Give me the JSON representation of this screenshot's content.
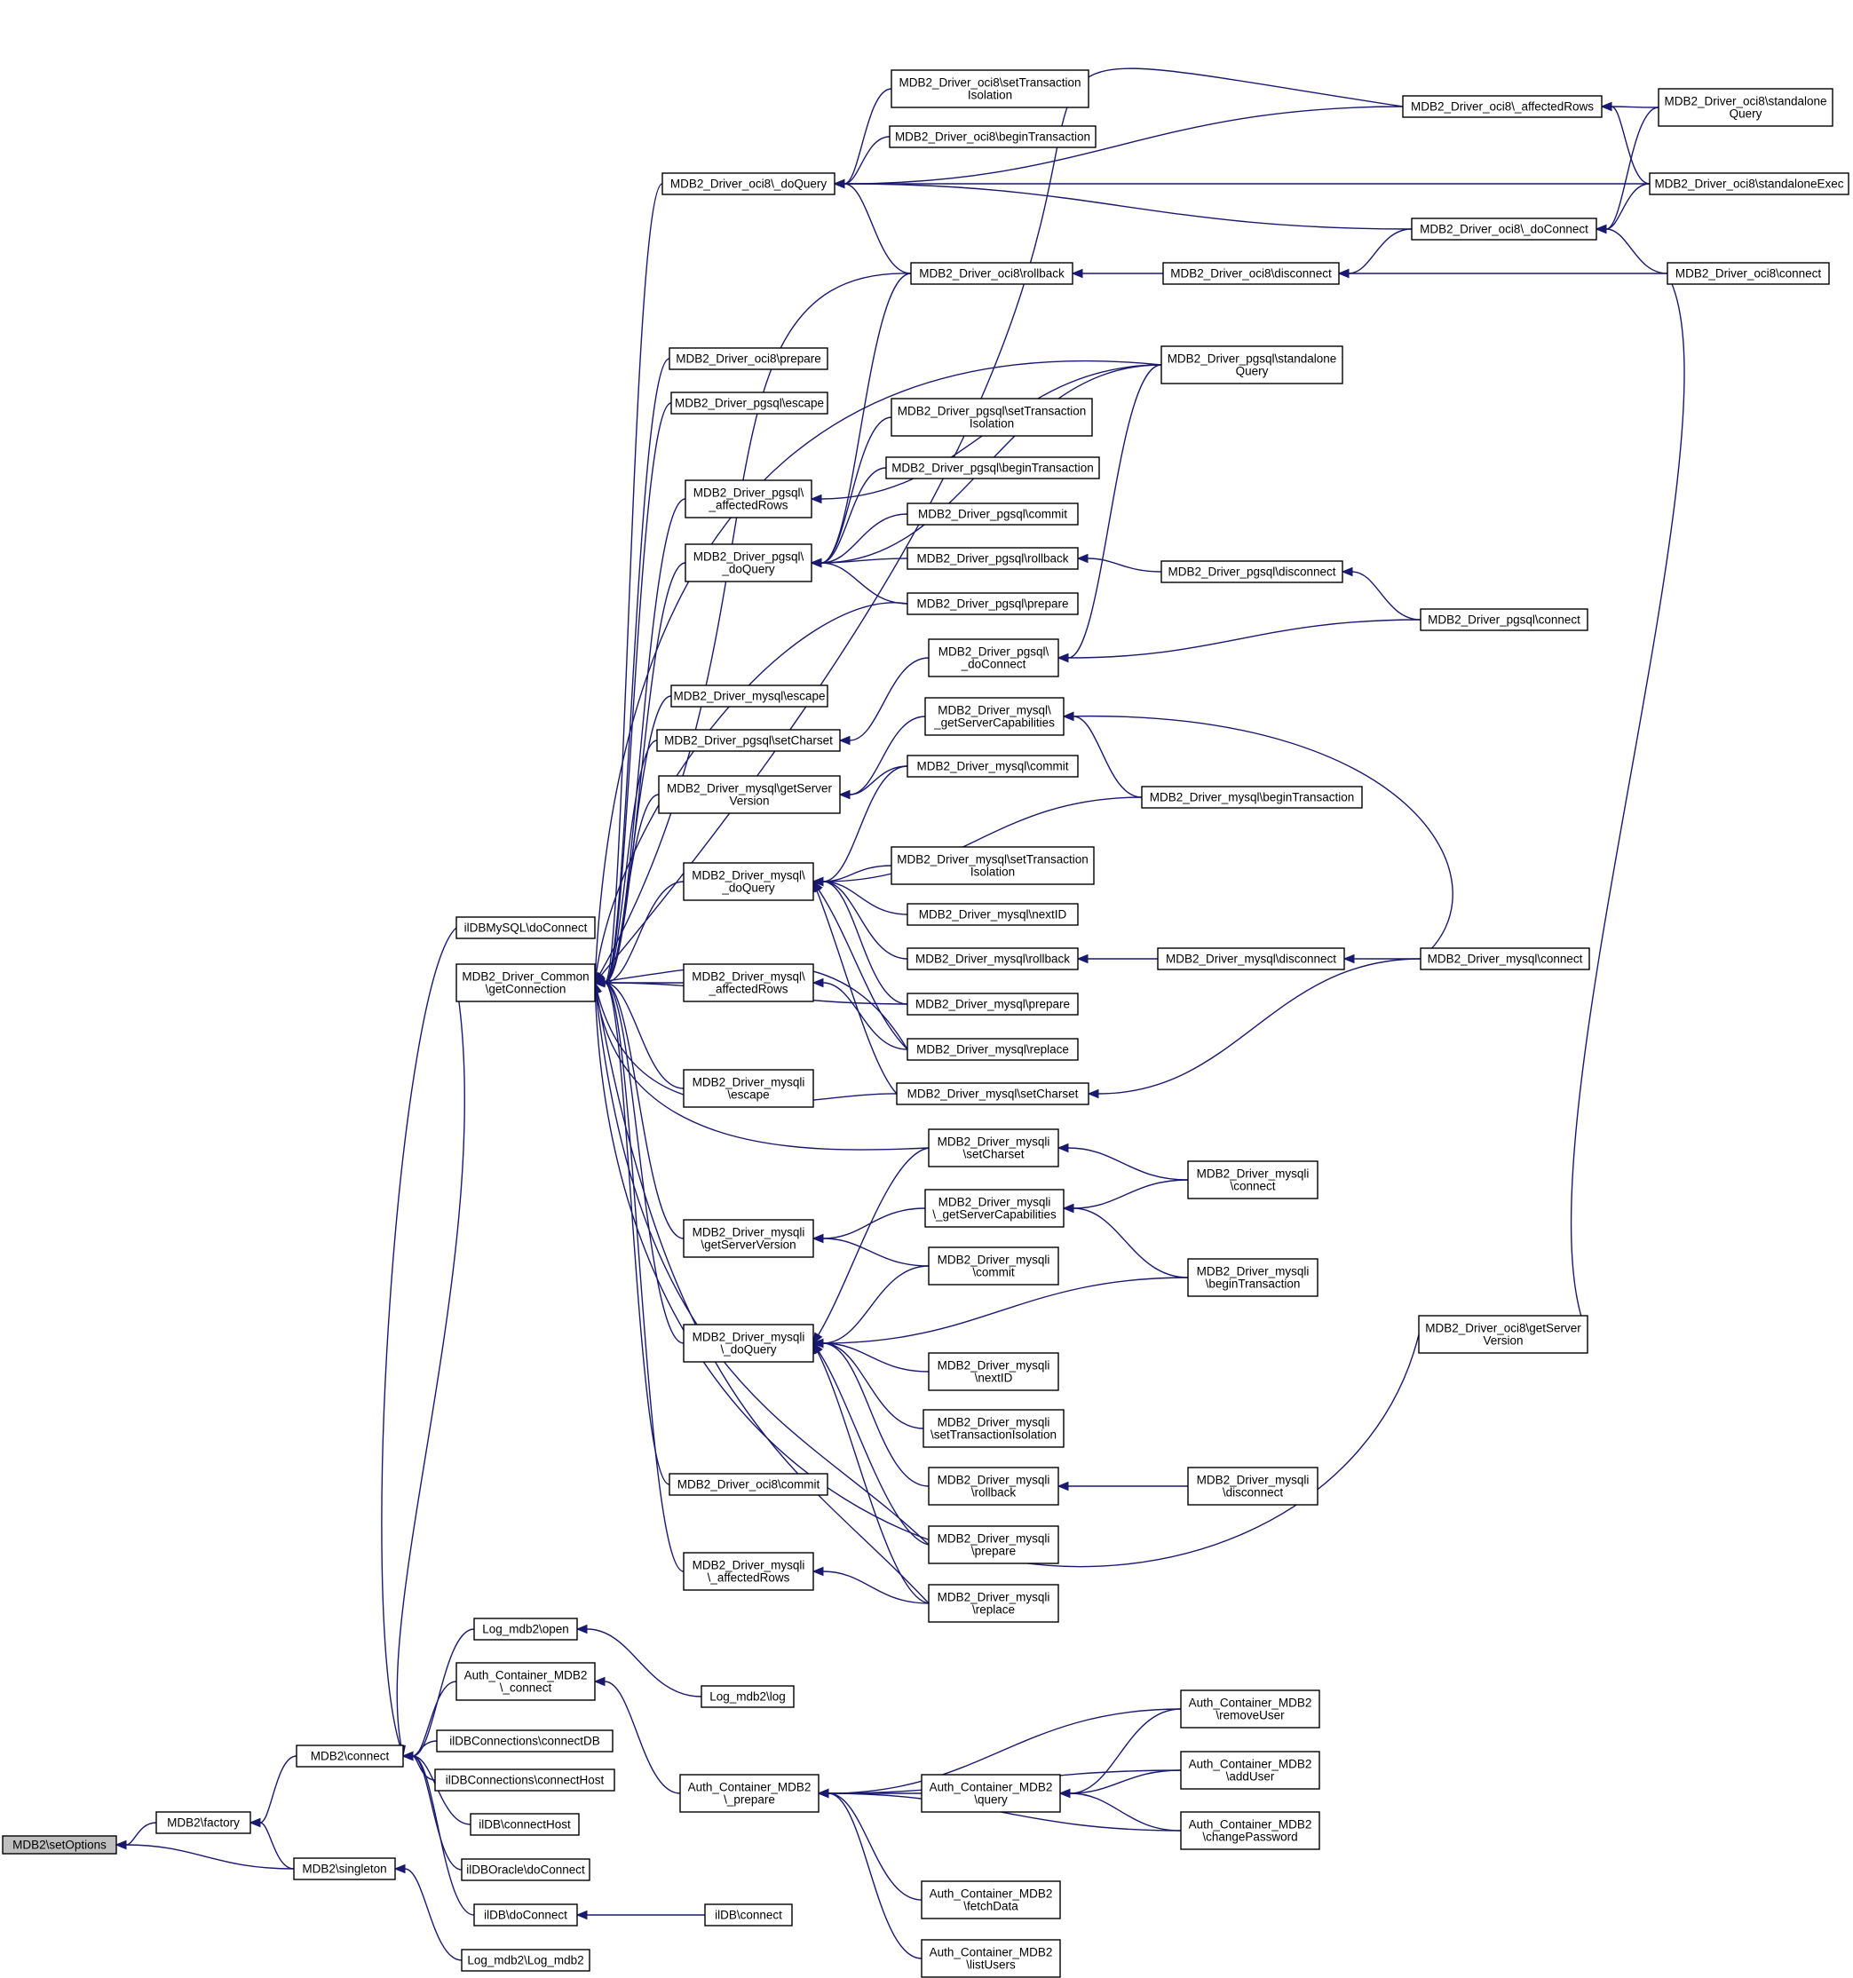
{
  "diagram": {
    "type": "call-graph",
    "nodes": [
      {
        "id": "setOptions",
        "lines": [
          "MDB2\\setOptions"
        ],
        "root": true
      },
      {
        "id": "factory",
        "lines": [
          "MDB2\\factory"
        ]
      },
      {
        "id": "singleton",
        "lines": [
          "MDB2\\singleton"
        ]
      },
      {
        "id": "connect",
        "lines": [
          "MDB2\\connect"
        ]
      },
      {
        "id": "ilDBMySQL_doConnect",
        "lines": [
          "ilDBMySQL\\doConnect"
        ]
      },
      {
        "id": "getConnection",
        "lines": [
          "MDB2_Driver_Common",
          "\\getConnection"
        ]
      },
      {
        "id": "log_open",
        "lines": [
          "Log_mdb2\\open"
        ]
      },
      {
        "id": "log_log",
        "lines": [
          "Log_mdb2\\log"
        ]
      },
      {
        "id": "auth_connect",
        "lines": [
          "Auth_Container_MDB2",
          "\\_connect"
        ]
      },
      {
        "id": "connectDB",
        "lines": [
          "ilDBConnections\\connectDB"
        ]
      },
      {
        "id": "connectHost2",
        "lines": [
          "ilDBConnections\\connectHost"
        ]
      },
      {
        "id": "ilDB_connectHost",
        "lines": [
          "ilDB\\connectHost"
        ]
      },
      {
        "id": "ilDBOracle_doConnect",
        "lines": [
          "ilDBOracle\\doConnect"
        ]
      },
      {
        "id": "ilDB_doConnect",
        "lines": [
          "ilDB\\doConnect"
        ]
      },
      {
        "id": "ilDB_connect",
        "lines": [
          "ilDB\\connect"
        ]
      },
      {
        "id": "log_mdb2",
        "lines": [
          "Log_mdb2\\Log_mdb2"
        ]
      },
      {
        "id": "auth_prepare",
        "lines": [
          "Auth_Container_MDB2",
          "\\_prepare"
        ]
      },
      {
        "id": "auth_query",
        "lines": [
          "Auth_Container_MDB2",
          "\\query"
        ]
      },
      {
        "id": "auth_removeUser",
        "lines": [
          "Auth_Container_MDB2",
          "\\removeUser"
        ]
      },
      {
        "id": "auth_addUser",
        "lines": [
          "Auth_Container_MDB2",
          "\\addUser"
        ]
      },
      {
        "id": "auth_changePassword",
        "lines": [
          "Auth_Container_MDB2",
          "\\changePassword"
        ]
      },
      {
        "id": "auth_fetchData",
        "lines": [
          "Auth_Container_MDB2",
          "\\fetchData"
        ]
      },
      {
        "id": "auth_listUsers",
        "lines": [
          "Auth_Container_MDB2",
          "\\listUsers"
        ]
      },
      {
        "id": "oci8_doQuery",
        "lines": [
          "MDB2_Driver_oci8\\_doQuery"
        ]
      },
      {
        "id": "oci8_setTI",
        "lines": [
          "MDB2_Driver_oci8\\setTransaction",
          "Isolation"
        ]
      },
      {
        "id": "oci8_beginT",
        "lines": [
          "MDB2_Driver_oci8\\beginTransaction"
        ]
      },
      {
        "id": "oci8_affectedRows",
        "lines": [
          "MDB2_Driver_oci8\\_affectedRows"
        ]
      },
      {
        "id": "oci8_standaloneQuery",
        "lines": [
          "MDB2_Driver_oci8\\standalone",
          "Query"
        ]
      },
      {
        "id": "oci8_standaloneExec",
        "lines": [
          "MDB2_Driver_oci8\\standaloneExec"
        ]
      },
      {
        "id": "oci8_doConnect",
        "lines": [
          "MDB2_Driver_oci8\\_doConnect"
        ]
      },
      {
        "id": "oci8_rollback",
        "lines": [
          "MDB2_Driver_oci8\\rollback"
        ]
      },
      {
        "id": "oci8_disconnect",
        "lines": [
          "MDB2_Driver_oci8\\disconnect"
        ]
      },
      {
        "id": "oci8_connect",
        "lines": [
          "MDB2_Driver_oci8\\connect"
        ]
      },
      {
        "id": "oci8_prepare",
        "lines": [
          "MDB2_Driver_oci8\\prepare"
        ]
      },
      {
        "id": "oci8_commit",
        "lines": [
          "MDB2_Driver_oci8\\commit"
        ]
      },
      {
        "id": "oci8_getServerVersion",
        "lines": [
          "MDB2_Driver_oci8\\getServer",
          "Version"
        ]
      },
      {
        "id": "pgsql_escape",
        "lines": [
          "MDB2_Driver_pgsql\\escape"
        ]
      },
      {
        "id": "pgsql_affectedRows",
        "lines": [
          "MDB2_Driver_pgsql\\",
          "_affectedRows"
        ]
      },
      {
        "id": "pgsql_doQuery",
        "lines": [
          "MDB2_Driver_pgsql\\",
          "_doQuery"
        ]
      },
      {
        "id": "pgsql_standaloneQuery",
        "lines": [
          "MDB2_Driver_pgsql\\standalone",
          "Query"
        ]
      },
      {
        "id": "pgsql_setTI",
        "lines": [
          "MDB2_Driver_pgsql\\setTransaction",
          "Isolation"
        ]
      },
      {
        "id": "pgsql_beginT",
        "lines": [
          "MDB2_Driver_pgsql\\beginTransaction"
        ]
      },
      {
        "id": "pgsql_commit",
        "lines": [
          "MDB2_Driver_pgsql\\commit"
        ]
      },
      {
        "id": "pgsql_rollback",
        "lines": [
          "MDB2_Driver_pgsql\\rollback"
        ]
      },
      {
        "id": "pgsql_disconnect",
        "lines": [
          "MDB2_Driver_pgsql\\disconnect"
        ]
      },
      {
        "id": "pgsql_prepare",
        "lines": [
          "MDB2_Driver_pgsql\\prepare"
        ]
      },
      {
        "id": "pgsql_connect",
        "lines": [
          "MDB2_Driver_pgsql\\connect"
        ]
      },
      {
        "id": "pgsql_doConnect",
        "lines": [
          "MDB2_Driver_pgsql\\",
          "_doConnect"
        ]
      },
      {
        "id": "pgsql_setCharset",
        "lines": [
          "MDB2_Driver_pgsql\\setCharset"
        ]
      },
      {
        "id": "mysql_escape",
        "lines": [
          "MDB2_Driver_mysql\\escape"
        ]
      },
      {
        "id": "mysql_getServerCap",
        "lines": [
          "MDB2_Driver_mysql\\",
          "_getServerCapabilities"
        ]
      },
      {
        "id": "mysql_getServerVersion",
        "lines": [
          "MDB2_Driver_mysql\\getServer",
          "Version"
        ]
      },
      {
        "id": "mysql_commit",
        "lines": [
          "MDB2_Driver_mysql\\commit"
        ]
      },
      {
        "id": "mysql_beginT",
        "lines": [
          "MDB2_Driver_mysql\\beginTransaction"
        ]
      },
      {
        "id": "mysql_doQuery",
        "lines": [
          "MDB2_Driver_mysql\\",
          "_doQuery"
        ]
      },
      {
        "id": "mysql_setTI",
        "lines": [
          "MDB2_Driver_mysql\\setTransaction",
          "Isolation"
        ]
      },
      {
        "id": "mysql_nextID",
        "lines": [
          "MDB2_Driver_mysql\\nextID"
        ]
      },
      {
        "id": "mysql_rollback",
        "lines": [
          "MDB2_Driver_mysql\\rollback"
        ]
      },
      {
        "id": "mysql_disconnect",
        "lines": [
          "MDB2_Driver_mysql\\disconnect"
        ]
      },
      {
        "id": "mysql_connect",
        "lines": [
          "MDB2_Driver_mysql\\connect"
        ]
      },
      {
        "id": "mysql_affectedRows",
        "lines": [
          "MDB2_Driver_mysql\\",
          "_affectedRows"
        ]
      },
      {
        "id": "mysql_prepare",
        "lines": [
          "MDB2_Driver_mysql\\prepare"
        ]
      },
      {
        "id": "mysql_replace",
        "lines": [
          "MDB2_Driver_mysql\\replace"
        ]
      },
      {
        "id": "mysqli_escape",
        "lines": [
          "MDB2_Driver_mysqli",
          "\\escape"
        ]
      },
      {
        "id": "mysql_setCharset",
        "lines": [
          "MDB2_Driver_mysql\\setCharset"
        ]
      },
      {
        "id": "mysqli_setCharset",
        "lines": [
          "MDB2_Driver_mysqli",
          "\\setCharset"
        ]
      },
      {
        "id": "mysqli_connect",
        "lines": [
          "MDB2_Driver_mysqli",
          "\\connect"
        ]
      },
      {
        "id": "mysqli_getServerCap",
        "lines": [
          "MDB2_Driver_mysqli",
          "\\_getServerCapabilities"
        ]
      },
      {
        "id": "mysqli_getServerVersion",
        "lines": [
          "MDB2_Driver_mysqli",
          "\\getServerVersion"
        ]
      },
      {
        "id": "mysqli_commit",
        "lines": [
          "MDB2_Driver_mysqli",
          "\\commit"
        ]
      },
      {
        "id": "mysqli_beginT",
        "lines": [
          "MDB2_Driver_mysqli",
          "\\beginTransaction"
        ]
      },
      {
        "id": "mysqli_doQuery",
        "lines": [
          "MDB2_Driver_mysqli",
          "\\_doQuery"
        ]
      },
      {
        "id": "mysqli_nextID",
        "lines": [
          "MDB2_Driver_mysqli",
          "\\nextID"
        ]
      },
      {
        "id": "mysqli_setTI",
        "lines": [
          "MDB2_Driver_mysqli",
          "\\setTransactionIsolation"
        ]
      },
      {
        "id": "mysqli_rollback",
        "lines": [
          "MDB2_Driver_mysqli",
          "\\rollback"
        ]
      },
      {
        "id": "mysqli_disconnect",
        "lines": [
          "MDB2_Driver_mysqli",
          "\\disconnect"
        ]
      },
      {
        "id": "mysqli_prepare",
        "lines": [
          "MDB2_Driver_mysqli",
          "\\prepare"
        ]
      },
      {
        "id": "mysqli_affectedRows",
        "lines": [
          "MDB2_Driver_mysqli",
          "\\_affectedRows"
        ]
      },
      {
        "id": "mysqli_replace",
        "lines": [
          "MDB2_Driver_mysqli",
          "\\replace"
        ]
      }
    ],
    "edges": [
      [
        "factory",
        "setOptions"
      ],
      [
        "singleton",
        "setOptions"
      ],
      [
        "connect",
        "factory"
      ],
      [
        "singleton",
        "factory"
      ],
      [
        "log_mdb2",
        "singleton"
      ],
      [
        "ilDBMySQL_doConnect",
        "connect"
      ],
      [
        "getConnection",
        "connect"
      ],
      [
        "log_open",
        "connect"
      ],
      [
        "auth_connect",
        "connect"
      ],
      [
        "connectDB",
        "connect"
      ],
      [
        "connectHost2",
        "connect"
      ],
      [
        "ilDB_connectHost",
        "connect"
      ],
      [
        "ilDBOracle_doConnect",
        "connect"
      ],
      [
        "ilDB_doConnect",
        "connect"
      ],
      [
        "log_log",
        "log_open"
      ],
      [
        "auth_prepare",
        "auth_connect"
      ],
      [
        "ilDB_connect",
        "ilDB_doConnect"
      ],
      [
        "auth_query",
        "auth_prepare"
      ],
      [
        "auth_removeUser",
        "auth_prepare"
      ],
      [
        "auth_addUser",
        "auth_prepare"
      ],
      [
        "auth_changePassword",
        "auth_prepare"
      ],
      [
        "auth_fetchData",
        "auth_prepare"
      ],
      [
        "auth_listUsers",
        "auth_prepare"
      ],
      [
        "auth_removeUser",
        "auth_query"
      ],
      [
        "auth_addUser",
        "auth_query"
      ],
      [
        "auth_changePassword",
        "auth_query"
      ],
      [
        "oci8_doQuery",
        "getConnection"
      ],
      [
        "oci8_affectedRows",
        "getConnection"
      ],
      [
        "oci8_rollback",
        "getConnection"
      ],
      [
        "pgsql_standaloneQuery",
        "getConnection"
      ],
      [
        "oci8_prepare",
        "getConnection"
      ],
      [
        "pgsql_escape",
        "getConnection"
      ],
      [
        "pgsql_affectedRows",
        "getConnection"
      ],
      [
        "pgsql_doQuery",
        "getConnection"
      ],
      [
        "pgsql_prepare",
        "getConnection"
      ],
      [
        "mysql_escape",
        "getConnection"
      ],
      [
        "pgsql_setCharset",
        "getConnection"
      ],
      [
        "mysql_getServerVersion",
        "getConnection"
      ],
      [
        "mysql_doQuery",
        "getConnection"
      ],
      [
        "mysql_replace",
        "getConnection"
      ],
      [
        "mysql_affectedRows",
        "getConnection"
      ],
      [
        "mysql_prepare",
        "getConnection"
      ],
      [
        "mysqli_escape",
        "getConnection"
      ],
      [
        "mysql_setCharset",
        "getConnection"
      ],
      [
        "mysqli_setCharset",
        "getConnection"
      ],
      [
        "mysqli_getServerVersion",
        "getConnection"
      ],
      [
        "mysqli_doQuery",
        "getConnection"
      ],
      [
        "mysqli_prepare",
        "getConnection"
      ],
      [
        "oci8_commit",
        "getConnection"
      ],
      [
        "mysqli_affectedRows",
        "getConnection"
      ],
      [
        "mysqli_replace",
        "getConnection"
      ],
      [
        "oci8_getServerVersion",
        "getConnection"
      ],
      [
        "oci8_setTI",
        "oci8_doQuery"
      ],
      [
        "oci8_beginT",
        "oci8_doQuery"
      ],
      [
        "oci8_affectedRows",
        "oci8_doQuery"
      ],
      [
        "oci8_standaloneExec",
        "oci8_doQuery"
      ],
      [
        "oci8_doConnect",
        "oci8_doQuery"
      ],
      [
        "oci8_rollback",
        "oci8_doQuery"
      ],
      [
        "oci8_standaloneQuery",
        "oci8_affectedRows"
      ],
      [
        "oci8_standaloneExec",
        "oci8_affectedRows"
      ],
      [
        "oci8_standaloneQuery",
        "oci8_doConnect"
      ],
      [
        "oci8_standaloneExec",
        "oci8_doConnect"
      ],
      [
        "oci8_connect",
        "oci8_doConnect"
      ],
      [
        "oci8_disconnect",
        "oci8_rollback"
      ],
      [
        "oci8_doConnect",
        "oci8_disconnect"
      ],
      [
        "oci8_connect",
        "oci8_disconnect"
      ],
      [
        "oci8_getServerVersion",
        "oci8_connect"
      ],
      [
        "pgsql_standaloneQuery",
        "pgsql_affectedRows"
      ],
      [
        "oci8_rollback",
        "pgsql_doQuery"
      ],
      [
        "pgsql_standaloneQuery",
        "pgsql_doQuery"
      ],
      [
        "pgsql_setTI",
        "pgsql_doQuery"
      ],
      [
        "pgsql_beginT",
        "pgsql_doQuery"
      ],
      [
        "pgsql_commit",
        "pgsql_doQuery"
      ],
      [
        "pgsql_rollback",
        "pgsql_doQuery"
      ],
      [
        "pgsql_prepare",
        "pgsql_doQuery"
      ],
      [
        "pgsql_disconnect",
        "pgsql_rollback"
      ],
      [
        "pgsql_connect",
        "pgsql_disconnect"
      ],
      [
        "pgsql_standaloneQuery",
        "pgsql_doConnect"
      ],
      [
        "pgsql_connect",
        "pgsql_doConnect"
      ],
      [
        "pgsql_doConnect",
        "pgsql_setCharset"
      ],
      [
        "mysql_getServerCap",
        "mysql_getServerVersion"
      ],
      [
        "mysql_commit",
        "mysql_getServerVersion"
      ],
      [
        "mysql_beginT",
        "mysql_getServerCap"
      ],
      [
        "mysql_connect",
        "mysql_getServerCap"
      ],
      [
        "mysql_commit",
        "mysql_doQuery"
      ],
      [
        "mysql_beginT",
        "mysql_doQuery"
      ],
      [
        "mysql_setTI",
        "mysql_doQuery"
      ],
      [
        "mysql_nextID",
        "mysql_doQuery"
      ],
      [
        "mysql_rollback",
        "mysql_doQuery"
      ],
      [
        "mysql_prepare",
        "mysql_doQuery"
      ],
      [
        "mysql_replace",
        "mysql_doQuery"
      ],
      [
        "mysql_setCharset",
        "mysql_doQuery"
      ],
      [
        "mysql_disconnect",
        "mysql_rollback"
      ],
      [
        "mysql_connect",
        "mysql_disconnect"
      ],
      [
        "mysql_replace",
        "mysql_affectedRows"
      ],
      [
        "mysql_connect",
        "mysql_setCharset"
      ],
      [
        "mysqli_connect",
        "mysqli_setCharset"
      ],
      [
        "mysqli_connect",
        "mysqli_getServerCap"
      ],
      [
        "mysqli_beginT",
        "mysqli_getServerCap"
      ],
      [
        "mysqli_getServerCap",
        "mysqli_getServerVersion"
      ],
      [
        "mysqli_commit",
        "mysqli_getServerVersion"
      ],
      [
        "mysqli_setCharset",
        "mysqli_doQuery"
      ],
      [
        "mysqli_commit",
        "mysqli_doQuery"
      ],
      [
        "mysqli_beginT",
        "mysqli_doQuery"
      ],
      [
        "mysqli_nextID",
        "mysqli_doQuery"
      ],
      [
        "mysqli_setTI",
        "mysqli_doQuery"
      ],
      [
        "mysqli_rollback",
        "mysqli_doQuery"
      ],
      [
        "mysqli_prepare",
        "mysqli_doQuery"
      ],
      [
        "mysqli_replace",
        "mysqli_doQuery"
      ],
      [
        "mysqli_disconnect",
        "mysqli_rollback"
      ],
      [
        "mysqli_replace",
        "mysqli_affectedRows"
      ]
    ],
    "colors": {
      "edge": "#191970",
      "node_border": "#000000",
      "node_fill": "#ffffff",
      "root_fill": "#bfbfbf"
    }
  }
}
